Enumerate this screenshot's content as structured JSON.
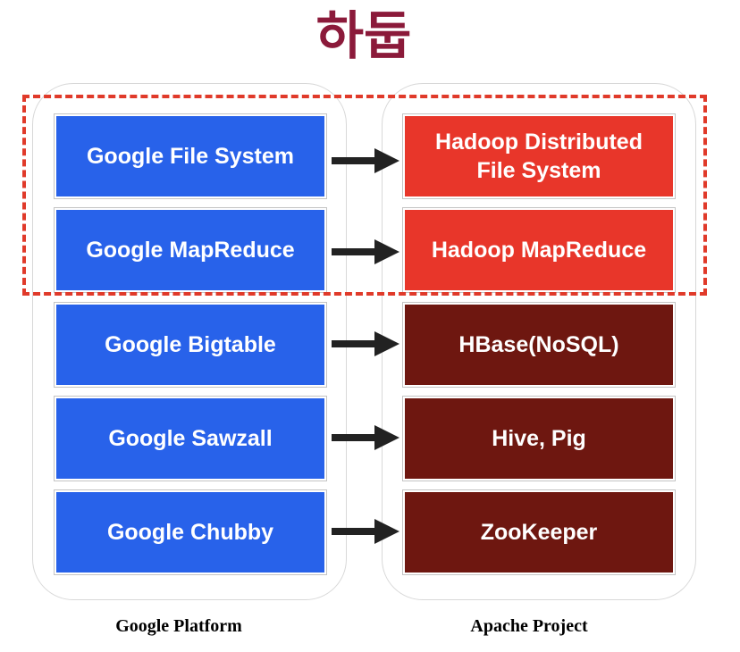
{
  "title": "하둡",
  "rows": [
    {
      "google": "Google File System",
      "apache": "Hadoop Distributed\nFile System",
      "kind": "hadoop"
    },
    {
      "google": "Google MapReduce",
      "apache": "Hadoop MapReduce",
      "kind": "hadoop"
    },
    {
      "google": "Google Bigtable",
      "apache": "HBase(NoSQL)",
      "kind": "apache"
    },
    {
      "google": "Google Sawzall",
      "apache": "Hive, Pig",
      "kind": "apache"
    },
    {
      "google": "Google Chubby",
      "apache": "ZooKeeper",
      "kind": "apache"
    }
  ],
  "labels": {
    "left": "Google Platform",
    "right": "Apache Project"
  },
  "colors": {
    "title": "#8b1a3a",
    "google_box": "#2862ea",
    "hadoop_box": "#e8362a",
    "apache_box": "#6e1710",
    "dashed_border": "#e03a2a",
    "arrow": "#222222"
  },
  "icons": {
    "arrow": "right-arrow-icon"
  }
}
